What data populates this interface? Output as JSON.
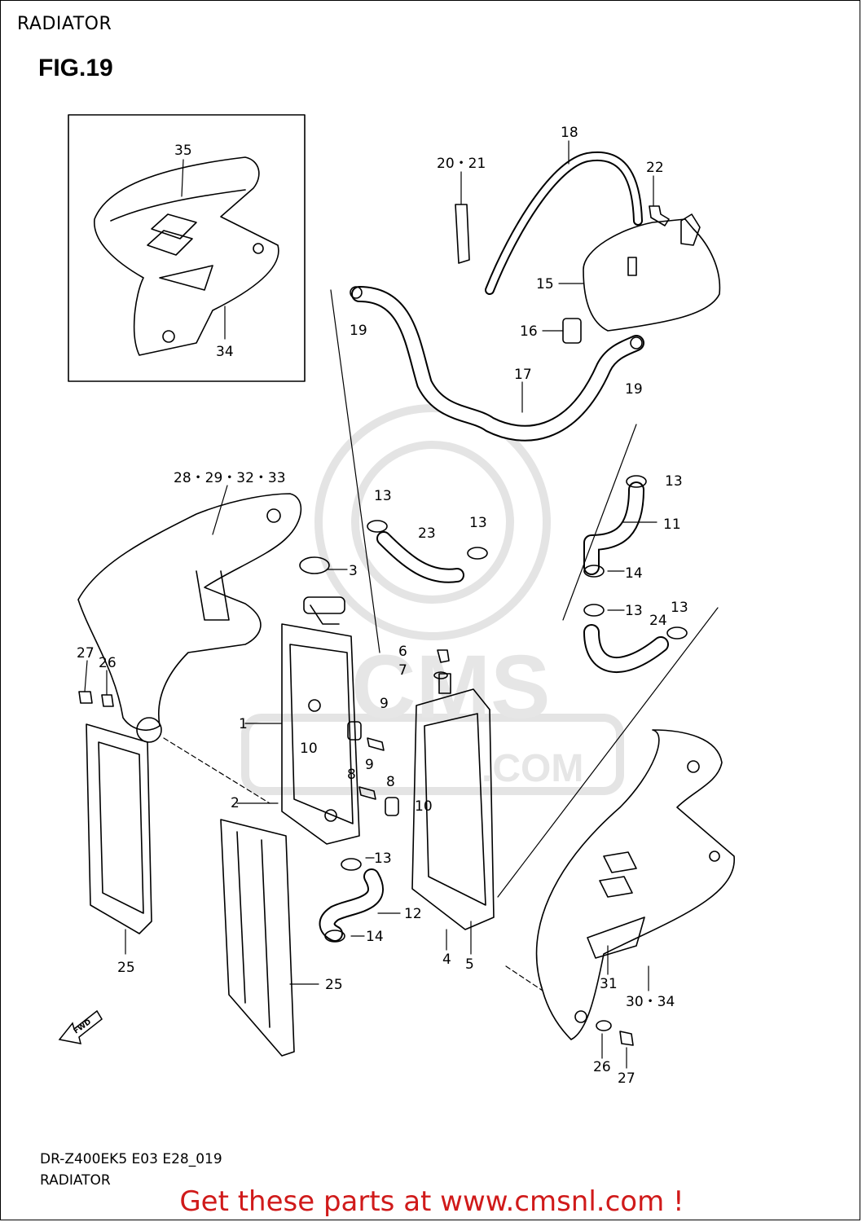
{
  "page": {
    "title": "RADIATOR",
    "figure": "FIG.19"
  },
  "footer": {
    "code": "DR-Z400EK5 E03 E28_019",
    "caption": "RADIATOR",
    "promo": "Get these parts at www.cmsnl.com !"
  },
  "watermark": {
    "text": "CMS",
    "sub": ".COM"
  },
  "colors": {
    "promo": "#d01a1a",
    "line": "#000000",
    "watermark": "#e6e6e6"
  },
  "icons": {
    "fwd": "fwd-arrow-icon"
  },
  "fwd_label": "FWD",
  "callouts": [
    {
      "id": "c35",
      "text": "35"
    },
    {
      "id": "c34a",
      "text": "34"
    },
    {
      "id": "c18",
      "text": "18"
    },
    {
      "id": "c2021",
      "text": "20・21"
    },
    {
      "id": "c22",
      "text": "22"
    },
    {
      "id": "c15",
      "text": "15"
    },
    {
      "id": "c19a",
      "text": "19"
    },
    {
      "id": "c16",
      "text": "16"
    },
    {
      "id": "c17",
      "text": "17"
    },
    {
      "id": "c19b",
      "text": "19"
    },
    {
      "id": "c28",
      "text": "28・29・32・33"
    },
    {
      "id": "c13a",
      "text": "13"
    },
    {
      "id": "c13b",
      "text": "13"
    },
    {
      "id": "c23",
      "text": "23"
    },
    {
      "id": "c13c",
      "text": "13"
    },
    {
      "id": "c11",
      "text": "11"
    },
    {
      "id": "c14a",
      "text": "14"
    },
    {
      "id": "c3",
      "text": "3"
    },
    {
      "id": "c13d",
      "text": "13"
    },
    {
      "id": "c13e",
      "text": "13"
    },
    {
      "id": "c24",
      "text": "24"
    },
    {
      "id": "c6",
      "text": "6"
    },
    {
      "id": "c7",
      "text": "7"
    },
    {
      "id": "c27a",
      "text": "27"
    },
    {
      "id": "c26a",
      "text": "26"
    },
    {
      "id": "c9a",
      "text": "9"
    },
    {
      "id": "c1",
      "text": "1"
    },
    {
      "id": "c10a",
      "text": "10"
    },
    {
      "id": "c8a",
      "text": "8"
    },
    {
      "id": "c9b",
      "text": "9"
    },
    {
      "id": "c8b",
      "text": "8"
    },
    {
      "id": "c2",
      "text": "2"
    },
    {
      "id": "c10b",
      "text": "10"
    },
    {
      "id": "c13f",
      "text": "13"
    },
    {
      "id": "c12",
      "text": "12"
    },
    {
      "id": "c14b",
      "text": "14"
    },
    {
      "id": "c4",
      "text": "4"
    },
    {
      "id": "c5",
      "text": "5"
    },
    {
      "id": "c31",
      "text": "31"
    },
    {
      "id": "c3034",
      "text": "30・34"
    },
    {
      "id": "c25a",
      "text": "25"
    },
    {
      "id": "c25b",
      "text": "25"
    },
    {
      "id": "c26b",
      "text": "26"
    },
    {
      "id": "c27b",
      "text": "27"
    }
  ]
}
